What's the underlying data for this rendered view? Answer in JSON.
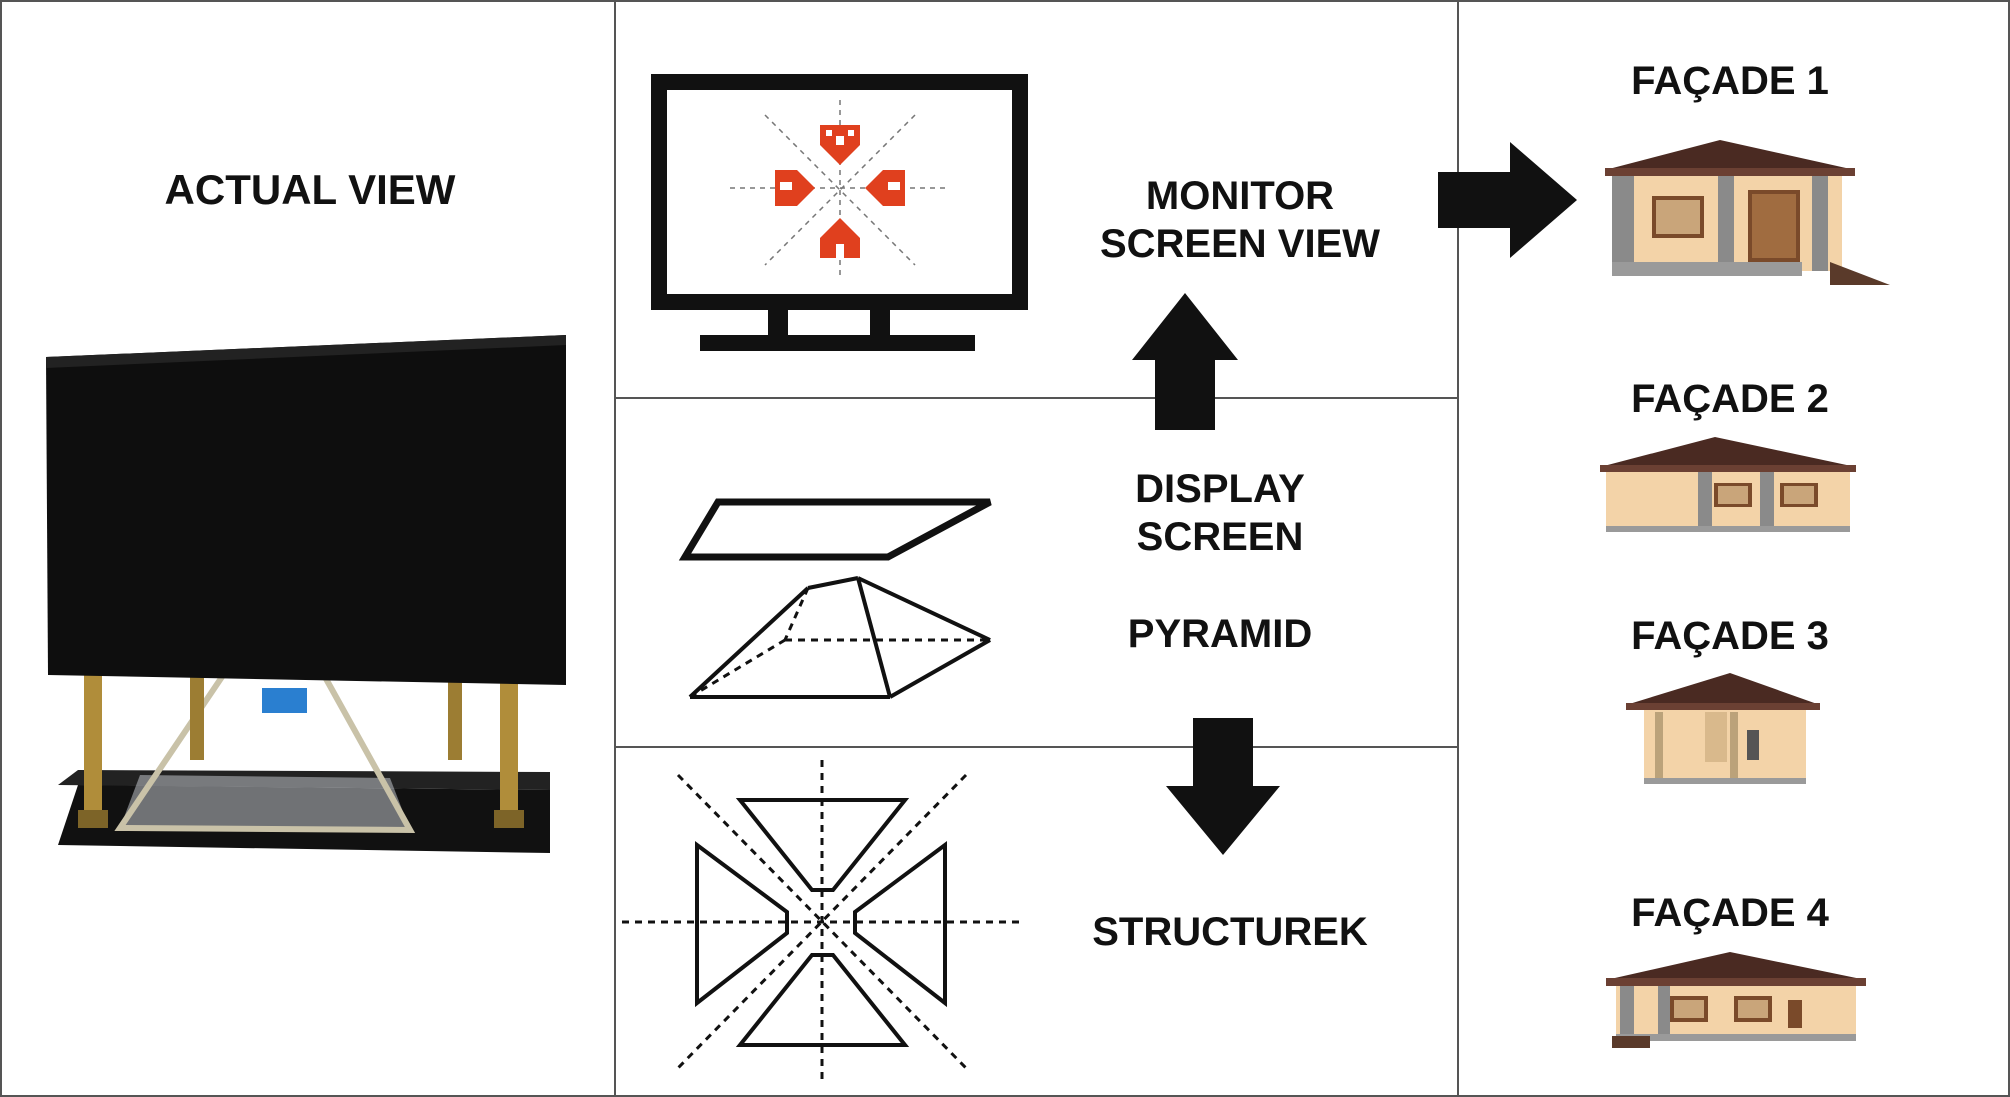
{
  "labels": {
    "actual_view": "ACTUAL VIEW",
    "monitor_line1": "MONITOR",
    "monitor_line2": "SCREEN VIEW",
    "display_line1": "DISPLAY",
    "display_line2": "SCREEN",
    "pyramid": "PYRAMID",
    "structure": "STRUCTUREK"
  },
  "facades": [
    {
      "label": "FAÇADE 1"
    },
    {
      "label": "FAÇADE 2"
    },
    {
      "label": "FAÇADE 3"
    },
    {
      "label": "FAÇADE 4"
    }
  ],
  "colors": {
    "logo": "#e0401e",
    "roof": "#4a2a22",
    "wall": "#f3d3a8",
    "stone": "#8a8a8a",
    "frame": "#111111"
  },
  "icons": {
    "monitor": "monitor-icon",
    "house_logo": "house-icon",
    "arrow": "arrow-icon"
  }
}
